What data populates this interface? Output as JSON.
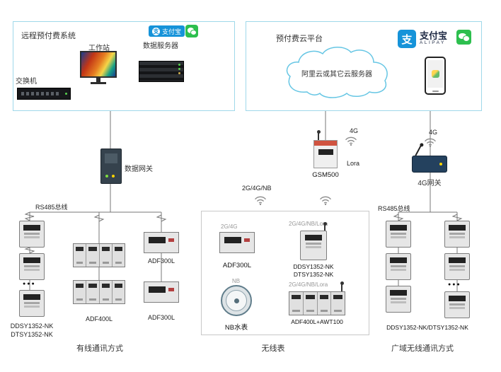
{
  "colors": {
    "panel_border": "#9fd8ea",
    "alipay_blue": "#1693d9",
    "wechat_green": "#2dbf4e",
    "line": "#777777"
  },
  "brand": {
    "zhi": "支"
  },
  "remote_box": {
    "title": "远程预付费系统",
    "workstation": "工作站",
    "server": "数据服务器",
    "switch": "交换机",
    "alipay": "支付宝"
  },
  "cloud_box": {
    "title": "预付费云平台",
    "cloud": "阿里云或其它云服务器",
    "alipay": "支付宝",
    "alipay_sub": "ALIPAY"
  },
  "gateway_label": "数据网关",
  "gsm": {
    "label": "GSM500",
    "t4g": "4G",
    "lora": "Lora"
  },
  "gw4g": {
    "label": "4G网关",
    "t4g": "4G"
  },
  "wired": {
    "bus": "RS485总线",
    "ddsy1": "DDSY1352-NK",
    "ddsy2": "DTSY1352-NK",
    "adf400": "ADF400L",
    "adf300": "ADF300L",
    "dots": "●●●",
    "section": "有线通讯方式"
  },
  "wireless": {
    "t1": "2G/4G/NB",
    "m1_tag": "2G/4G",
    "m1": "ADF300L",
    "m2_tag": "2G/4G/NB/Lora",
    "m2a": "DDSY1352-NK",
    "m2b": "DTSY1352-NK",
    "m3_tag": "NB",
    "m3": "NB水表",
    "m4_tag": "2G/4G/NB/Lora",
    "m4": "ADF400L+AWT100",
    "section": "无线表"
  },
  "wan": {
    "bus": "RS485总线",
    "label": "DDSY1352-NK/DTSY1352-NK",
    "dots": "●●●",
    "section": "广域无线通讯方式"
  }
}
